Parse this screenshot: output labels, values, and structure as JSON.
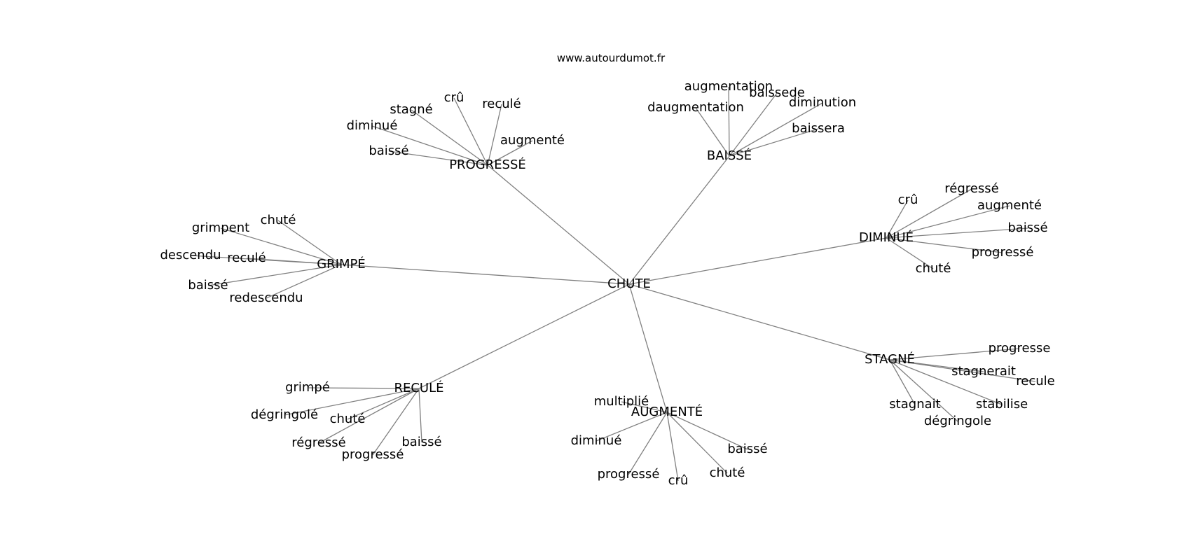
{
  "header": {
    "site": "www.autourdumot.fr"
  },
  "graph": {
    "center": "CHUTE",
    "clusters": [
      {
        "id": "progresse",
        "label": "PROGRESSÉ",
        "children": [
          "crû",
          "stagné",
          "diminué",
          "baissé",
          "reculé",
          "augmenté"
        ]
      },
      {
        "id": "baisse",
        "label": "BAISSÉ",
        "children": [
          "augmentation",
          "baissede",
          "daugmentation",
          "diminution",
          "baissera"
        ]
      },
      {
        "id": "diminue",
        "label": "DIMINUÉ",
        "children": [
          "crû",
          "régressé",
          "augmenté",
          "baissé",
          "progressé",
          "chuté"
        ]
      },
      {
        "id": "grimpe",
        "label": "GRIMPÉ",
        "children": [
          "chuté",
          "grimpent",
          "descendu",
          "reculé",
          "baissé",
          "redescendu"
        ]
      },
      {
        "id": "stagne",
        "label": "STAGNÉ",
        "children": [
          "progresse",
          "stagnerait",
          "recule",
          "stabilise",
          "stagnait",
          "dégringole"
        ]
      },
      {
        "id": "recule",
        "label": "RECULÉ",
        "children": [
          "grimpé",
          "dégringolé",
          "chuté",
          "régressé",
          "progressé",
          "baissé"
        ]
      },
      {
        "id": "augmente",
        "label": "AUGMENTÉ",
        "children": [
          "multiplié",
          "diminué",
          "progressé",
          "crû",
          "chuté",
          "baissé"
        ]
      }
    ]
  },
  "colors": {
    "edge": "#808080",
    "text": "#000000",
    "background": "#ffffff"
  }
}
